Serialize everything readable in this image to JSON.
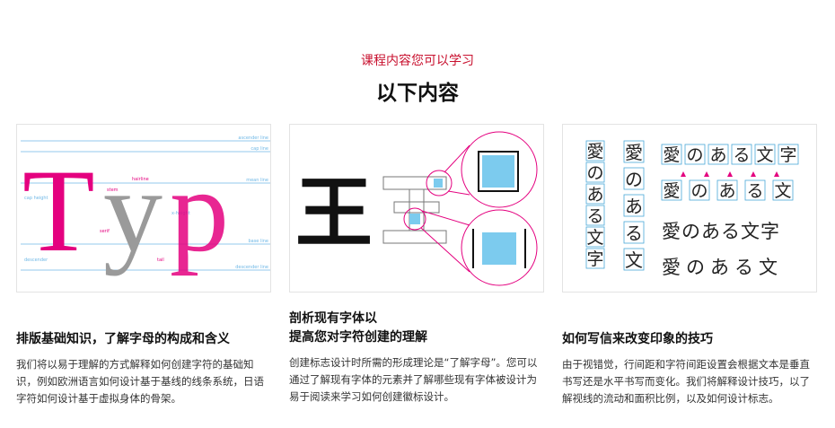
{
  "header": {
    "subtitle": "课程内容您可以学习",
    "title": "以下内容"
  },
  "cards": [
    {
      "heading_lines": [
        "排版基础知识，了解字母的构成和含义"
      ],
      "description": "我们将以易于理解的方式解释如何创建字符的基础知识，例如欧洲语言如何设计基于基线的线条系统，日语字符如何设计基于虚拟身体的骨架。",
      "figure": {
        "word": "Typ",
        "labels": [
          "ascender line",
          "cap line",
          "mean line",
          "base line",
          "descender line",
          "cap height",
          "x-height",
          "descender",
          "stem",
          "hairline",
          "serif",
          "tail"
        ],
        "colors": {
          "accent": "#e4007f",
          "gray": "#9a9a9a",
          "guide": "#6fb8e6"
        }
      }
    },
    {
      "heading_lines": [
        "剖析现有字体以",
        "提高您对字符创建的理解"
      ],
      "description": "创建标志设计时所需的形成理论是“了解字母”。您可以通过了解现有字体的元素并了解哪些现有字体被设计为易于阅读来学习如何创建徽标设计。",
      "figure": {
        "glyph": "王",
        "colors": {
          "highlight": "#7ccbee",
          "accent": "#e4007f"
        }
      }
    },
    {
      "heading_lines": [
        "如何写信来改变印象的技巧"
      ],
      "description": "由于视错觉，行间距和字符间距设置会根据文本是垂直书写还是水平书写而变化。我们将解释设计技巧，以了解视线的流动和面积比例，以及如何设计标志。",
      "figure": {
        "column_chars": [
          "愛",
          "の",
          "あ",
          "る",
          "文",
          "字"
        ],
        "row1": "愛のある文字",
        "row2": "愛のある文",
        "row3": "愛のある文字",
        "row4": "愛のある文",
        "colors": {
          "box": "#4aa7d8",
          "arrow": "#e4007f"
        }
      }
    }
  ]
}
